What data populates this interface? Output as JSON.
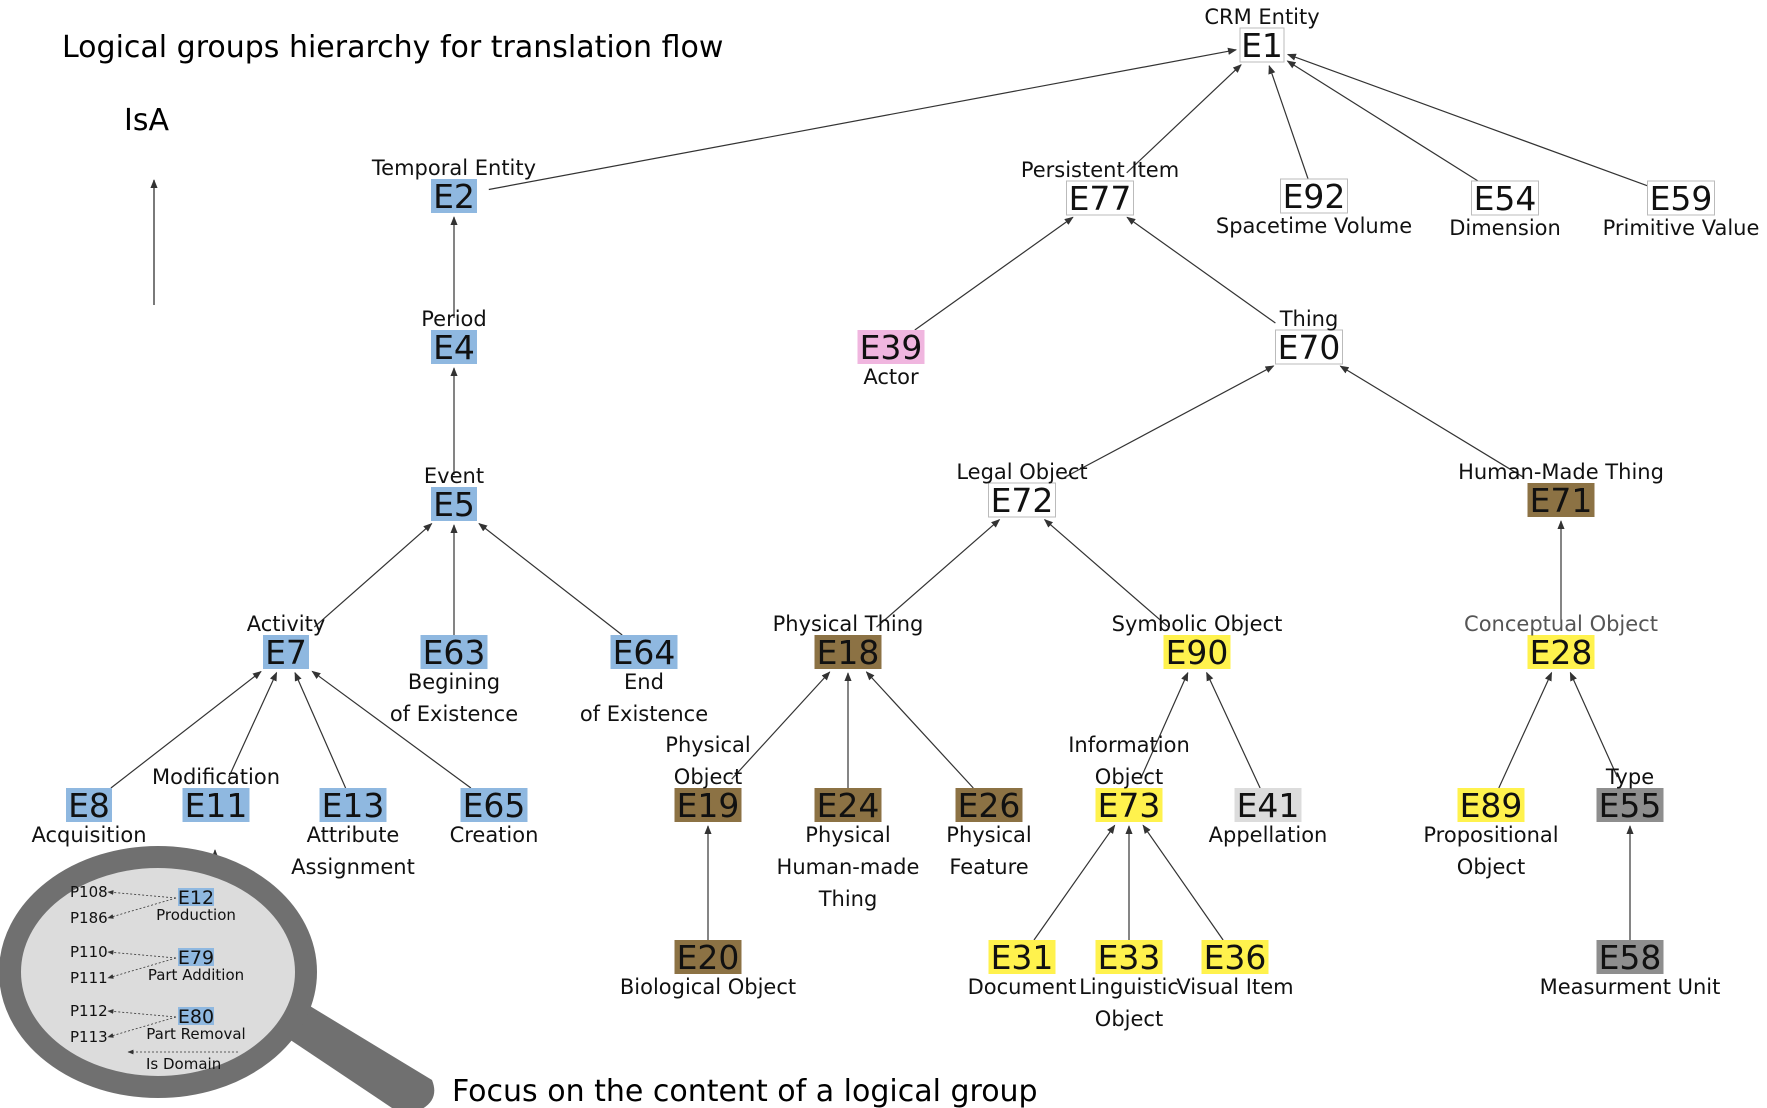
{
  "title": "Logical groups hierarchy for translation flow",
  "legend_label": "IsA",
  "focus_caption": "Focus on the content of a logical group",
  "colors": {
    "blue": "#8fb8e0",
    "pink": "#f0b6df",
    "brown": "#8c7244",
    "yellow": "#fff24d",
    "grey": "#8e8e8e",
    "lightgrey": "#dcdcdc",
    "white": "#ffffff",
    "edge": "#333333",
    "lens_rim": "#707070",
    "lens_fill": "#dcdcdc"
  },
  "nodes": {
    "E1": {
      "id": "E1",
      "label": [
        "CRM Entity"
      ],
      "color": "white"
    },
    "E2": {
      "id": "E2",
      "label": [
        "Temporal Entity"
      ],
      "color": "blue"
    },
    "E4": {
      "id": "E4",
      "label": [
        "Period"
      ],
      "color": "blue"
    },
    "E5": {
      "id": "E5",
      "label": [
        "Event"
      ],
      "color": "blue"
    },
    "E7": {
      "id": "E7",
      "label": [
        "Activity"
      ],
      "color": "blue"
    },
    "E8": {
      "id": "E8",
      "label": [
        "Acquisition"
      ],
      "color": "blue"
    },
    "E11": {
      "id": "E11",
      "label": [
        "Modification"
      ],
      "color": "blue"
    },
    "E13": {
      "id": "E13",
      "label": [
        "Attribute",
        "Assignment"
      ],
      "color": "blue"
    },
    "E65": {
      "id": "E65",
      "label": [
        "Creation"
      ],
      "color": "blue"
    },
    "E63": {
      "id": "E63",
      "label": [
        "Begining",
        "of Existence"
      ],
      "color": "blue"
    },
    "E64": {
      "id": "E64",
      "label": [
        "End",
        "of Existence"
      ],
      "color": "blue"
    },
    "E77": {
      "id": "E77",
      "label": [
        "Persistent Item"
      ],
      "color": "white"
    },
    "E92": {
      "id": "E92",
      "label": [
        "Spacetime Volume"
      ],
      "color": "white"
    },
    "E54": {
      "id": "E54",
      "label": [
        "Dimension"
      ],
      "color": "white"
    },
    "E59": {
      "id": "E59",
      "label": [
        "Primitive Value"
      ],
      "color": "white"
    },
    "E39": {
      "id": "E39",
      "label": [
        "Actor"
      ],
      "color": "pink"
    },
    "E70": {
      "id": "E70",
      "label": [
        "Thing"
      ],
      "color": "white"
    },
    "E72": {
      "id": "E72",
      "label": [
        "Legal Object"
      ],
      "color": "white"
    },
    "E71": {
      "id": "E71",
      "label": [
        "Human-Made Thing"
      ],
      "color": "brown"
    },
    "E18": {
      "id": "E18",
      "label": [
        "Physical Thing"
      ],
      "color": "brown"
    },
    "E19": {
      "id": "E19",
      "label": [
        "Physical",
        "Object"
      ],
      "color": "brown"
    },
    "E20": {
      "id": "E20",
      "label": [
        "Biological Object"
      ],
      "color": "brown"
    },
    "E24": {
      "id": "E24",
      "label": [
        "Physical",
        "Human-made",
        "Thing"
      ],
      "color": "brown"
    },
    "E26": {
      "id": "E26",
      "label": [
        "Physical",
        "Feature"
      ],
      "color": "brown"
    },
    "E90": {
      "id": "E90",
      "label": [
        "Symbolic Object"
      ],
      "color": "yellow"
    },
    "E73": {
      "id": "E73",
      "label": [
        "Information",
        "Object"
      ],
      "color": "yellow"
    },
    "E41": {
      "id": "E41",
      "label": [
        "Appellation"
      ],
      "color": "lightgrey"
    },
    "E31": {
      "id": "E31",
      "label": [
        "Document"
      ],
      "color": "yellow"
    },
    "E33": {
      "id": "E33",
      "label": [
        "Linguistic",
        "Object"
      ],
      "color": "yellow"
    },
    "E36": {
      "id": "E36",
      "label": [
        "Visual Item"
      ],
      "color": "yellow"
    },
    "E28": {
      "id": "E28",
      "label": [
        "Conceptual Object"
      ],
      "color": "yellow"
    },
    "E89": {
      "id": "E89",
      "label": [
        "Propositional",
        "Object"
      ],
      "color": "yellow"
    },
    "E55": {
      "id": "E55",
      "label": [
        "Type"
      ],
      "color": "grey"
    },
    "E58": {
      "id": "E58",
      "label": [
        "Measurment Unit"
      ],
      "color": "grey"
    }
  },
  "edges": [
    [
      "E2",
      "E1"
    ],
    [
      "E77",
      "E1"
    ],
    [
      "E92",
      "E1"
    ],
    [
      "E54",
      "E1"
    ],
    [
      "E59",
      "E1"
    ],
    [
      "E4",
      "E2"
    ],
    [
      "E5",
      "E4"
    ],
    [
      "E7",
      "E5"
    ],
    [
      "E63",
      "E5"
    ],
    [
      "E64",
      "E5"
    ],
    [
      "E8",
      "E7"
    ],
    [
      "E11",
      "E7"
    ],
    [
      "E13",
      "E7"
    ],
    [
      "E65",
      "E7"
    ],
    [
      "E39",
      "E77"
    ],
    [
      "E70",
      "E77"
    ],
    [
      "E72",
      "E70"
    ],
    [
      "E71",
      "E70"
    ],
    [
      "E18",
      "E72"
    ],
    [
      "E90",
      "E72"
    ],
    [
      "E19",
      "E18"
    ],
    [
      "E24",
      "E18"
    ],
    [
      "E26",
      "E18"
    ],
    [
      "E20",
      "E19"
    ],
    [
      "E73",
      "E90"
    ],
    [
      "E41",
      "E90"
    ],
    [
      "E31",
      "E73"
    ],
    [
      "E33",
      "E73"
    ],
    [
      "E36",
      "E73"
    ],
    [
      "E28",
      "E71"
    ],
    [
      "E89",
      "E28"
    ],
    [
      "E55",
      "E28"
    ],
    [
      "E58",
      "E55"
    ]
  ],
  "lens": {
    "items": [
      {
        "id": "E12",
        "label": "Production",
        "props": [
          "P108",
          "P186"
        ]
      },
      {
        "id": "E79",
        "label": "Part Addition",
        "props": [
          "P110",
          "P111"
        ]
      },
      {
        "id": "E80",
        "label": "Part Removal",
        "props": [
          "P112",
          "P113"
        ]
      }
    ],
    "legend": "Is Domain"
  }
}
